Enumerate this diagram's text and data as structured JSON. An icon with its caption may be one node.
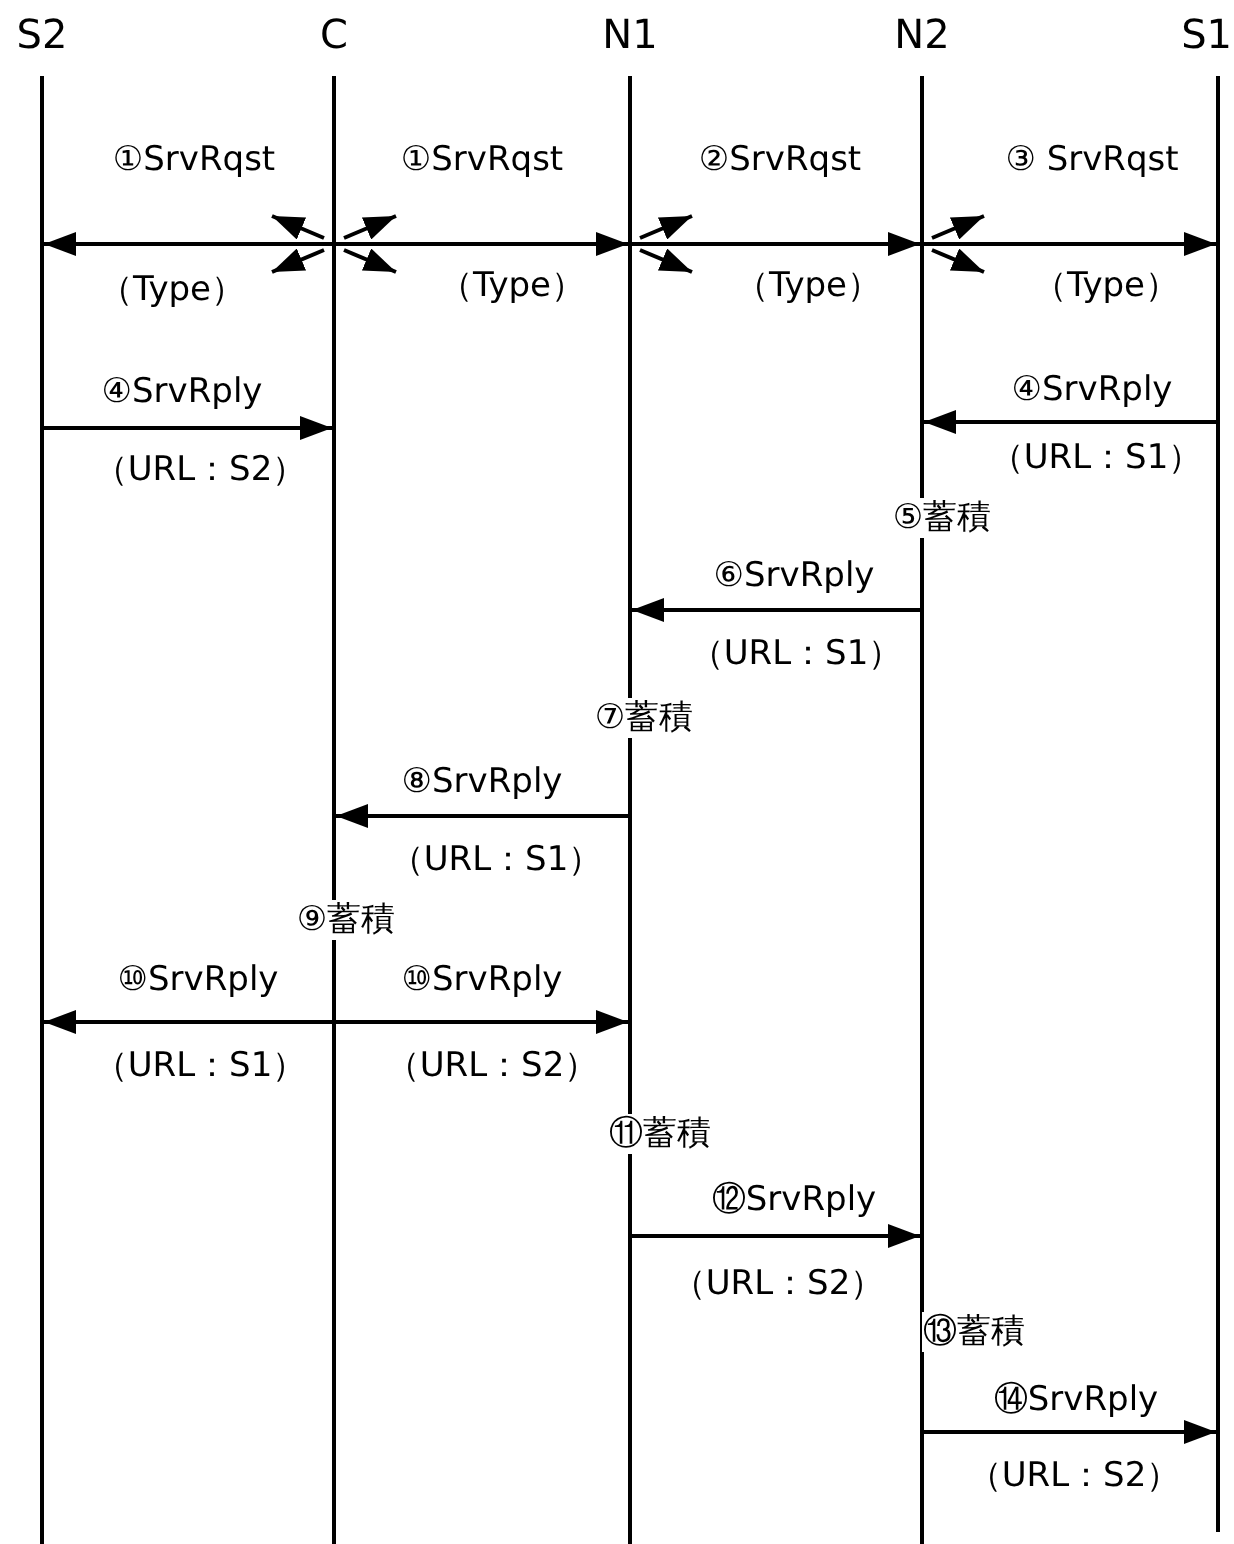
{
  "diagram": {
    "nodes": [
      {
        "text": [
          "S2"
        ]
      },
      {
        "text": [
          "C"
        ]
      },
      {
        "text": [
          "N1"
        ]
      },
      {
        "text": [
          "N2"
        ]
      },
      {
        "text": [
          "S1"
        ]
      }
    ],
    "edges": [
      {
        "from": 1,
        "to": 0,
        "arrow": "to",
        "label": "①SrvRqst"
      },
      {
        "from": 1,
        "to": 2,
        "arrow": "to",
        "label": "①SrvRqst"
      },
      {
        "from": 2,
        "to": 3,
        "arrow": "to",
        "label": "②SrvRqst"
      },
      {
        "from": 3,
        "to": 4,
        "arrow": "to",
        "label": "③ SrvRqst"
      },
      {
        "from": 0,
        "to": 1,
        "arrow": "to",
        "label": "④SrvRply"
      },
      {
        "from": 4,
        "to": 3,
        "arrow": "to",
        "label": "④SrvRply"
      },
      {
        "from": 3,
        "to": 2,
        "arrow": "to",
        "label": "⑥SrvRply"
      },
      {
        "from": 2,
        "to": 1,
        "arrow": "to",
        "label": "⑧SrvRply"
      },
      {
        "from": 1,
        "to": 0,
        "arrow": "to",
        "label": "⑩SrvRply"
      },
      {
        "from": 1,
        "to": 2,
        "arrow": "to",
        "label": "⑩SrvRply"
      },
      {
        "from": 2,
        "to": 3,
        "arrow": "to",
        "label": "⑫SrvRply"
      },
      {
        "from": 3,
        "to": 4,
        "arrow": "to",
        "label": "⑭SrvRply"
      }
    ],
    "labels": [
      "（Type）",
      "（Type）",
      "（Type）",
      "（Type）",
      "（URL：S2）",
      "（URL：S1）",
      "⑤蓄積",
      "（URL：S1）",
      "⑦蓄積",
      "（URL：S1）",
      "⑨蓄積",
      "（URL：S1）",
      "（URL：S2）",
      "⑪蓄積",
      "（URL：S2）",
      "⑬蓄積",
      "（URL：S2）"
    ]
  }
}
